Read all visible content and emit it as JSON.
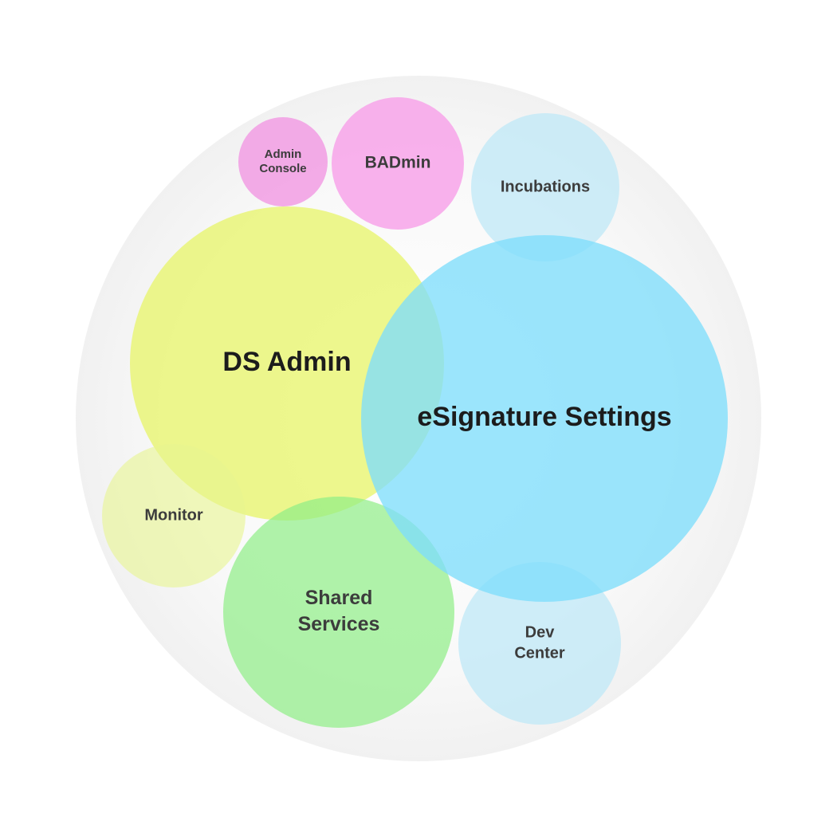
{
  "diagram": {
    "bubbles": [
      {
        "id": "esignature-settings",
        "lines": [
          "eSignature Settings"
        ],
        "color": "#7fdefb",
        "opacity": 0.78,
        "text_color": "#1c1c1c"
      },
      {
        "id": "ds-admin",
        "lines": [
          "DS Admin"
        ],
        "color": "#e8f56d",
        "opacity": 0.78,
        "text_color": "#1c1c1c"
      },
      {
        "id": "shared-services",
        "lines": [
          "Shared",
          "Services"
        ],
        "color": "#8fee86",
        "opacity": 0.7,
        "text_color": "#3c3c3c"
      },
      {
        "id": "monitor",
        "lines": [
          "Monitor"
        ],
        "color": "#e8f58f",
        "opacity": 0.6,
        "text_color": "#3c3c3c"
      },
      {
        "id": "incubations",
        "lines": [
          "Incubations"
        ],
        "color": "#bfe8f7",
        "opacity": 0.75,
        "text_color": "#3c3c3c"
      },
      {
        "id": "dev-center",
        "lines": [
          "Dev",
          "Center"
        ],
        "color": "#bfe8f7",
        "opacity": 0.75,
        "text_color": "#3c3c3c"
      },
      {
        "id": "badmin",
        "lines": [
          "BADmin"
        ],
        "color": "#f7a8ea",
        "opacity": 0.9,
        "text_color": "#3c3c3c"
      },
      {
        "id": "admin-console",
        "lines": [
          "Admin",
          "Console"
        ],
        "color": "#f2a2e4",
        "opacity": 0.9,
        "text_color": "#3c3c3c"
      }
    ],
    "container_color": "#f4f4f4",
    "background_color": "#ffffff"
  }
}
